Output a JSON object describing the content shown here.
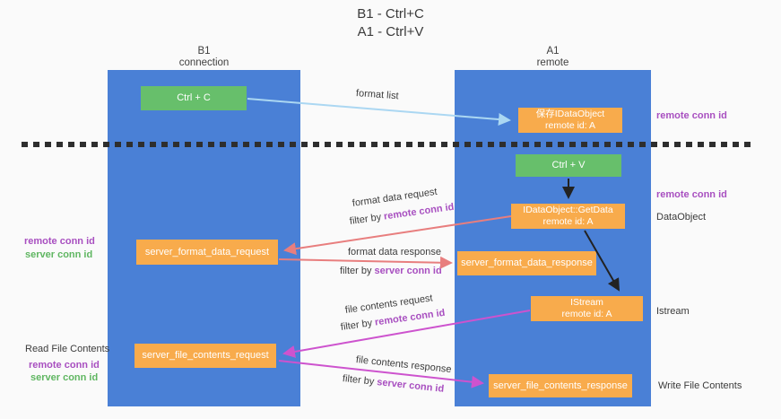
{
  "title": {
    "line1": "B1 - Ctrl+C",
    "line2": "A1 - Ctrl+V"
  },
  "columns": {
    "left": {
      "name": "B1",
      "subtitle": "connection"
    },
    "right": {
      "name": "A1",
      "subtitle": "remote"
    }
  },
  "nodes": {
    "ctrl_c": "Ctrl + C",
    "ctrl_v": "Ctrl + V",
    "save_dataobject": {
      "line1": "保存IDataObject",
      "line2": "remote id: A"
    },
    "getdata": {
      "line1": "IDataObject::GetData",
      "line2": "remote id: A"
    },
    "istream": {
      "line1": "IStream",
      "line2": "remote id: A"
    },
    "format_request": "server_format_data_request",
    "format_response": "server_format_data_response",
    "file_request": "server_file_contents_request",
    "file_response": "server_file_contents_response"
  },
  "edge_labels": {
    "format_list": "format list",
    "format_data_request": "format data request",
    "format_data_response": "format data response",
    "file_contents_request": "file contents request",
    "file_contents_response": "file contents response",
    "filter_by": "filter by ",
    "remote_conn_id": "remote conn id",
    "server_conn_id": "server conn id"
  },
  "margin_labels": {
    "remote_conn_id": "remote conn id",
    "server_conn_id": "server conn id",
    "read_file_contents": "Read File Contents",
    "dataobject": "DataObject",
    "istream": "Istream",
    "write_file_contents": "Write File Contents"
  },
  "colors": {
    "bg": "#fafafa",
    "blue": "#4a80d6",
    "green": "#67bf6b",
    "orange": "#f8ab4c",
    "salmon": "#e87e7e",
    "magenta": "#cd53ce",
    "lightblue": "#abd7f2",
    "black": "#222222",
    "purple": "#a84fc0",
    "greentext": "#5fb661",
    "text": "#3d3d3d"
  }
}
